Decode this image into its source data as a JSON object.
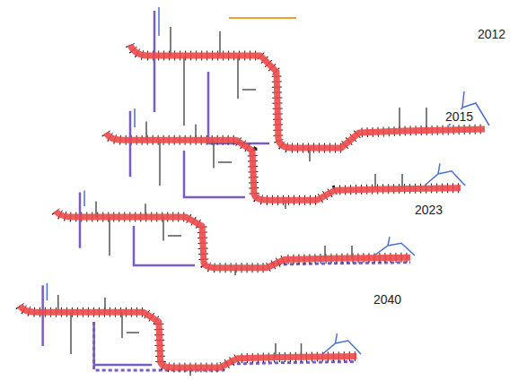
{
  "diagram": {
    "labels": [
      "2012",
      "2015",
      "2023",
      "2040"
    ]
  }
}
